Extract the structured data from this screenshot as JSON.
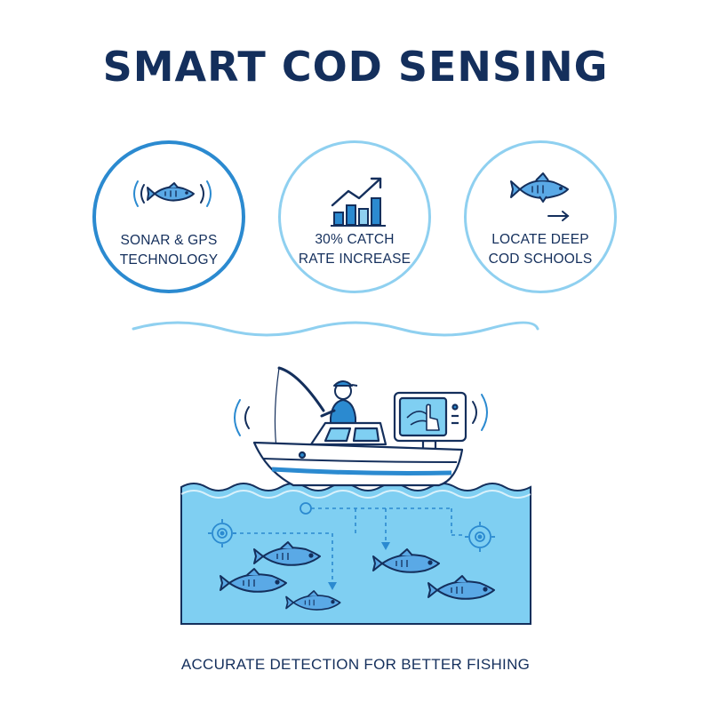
{
  "title": "SMART COD SENSING",
  "features": [
    {
      "icon": "fish-sonar-icon",
      "line1": "SONAR & GPS",
      "line2": "TECHNOLOGY"
    },
    {
      "icon": "bar-growth-icon",
      "line1": "30% CATCH",
      "line2": "RATE INCREASE"
    },
    {
      "icon": "fish-arrow-icon",
      "line1": "LOCATE DEEP",
      "line2": "COD SCHOOLS"
    }
  ],
  "tagline": "ACCURATE DETECTION FOR BETTER FISHING",
  "colors": {
    "navy": "#142f5c",
    "blue": "#2b8ad0",
    "light_blue": "#8fd0f0",
    "water": "#7fcff2",
    "fish": "#5aa9e6"
  }
}
